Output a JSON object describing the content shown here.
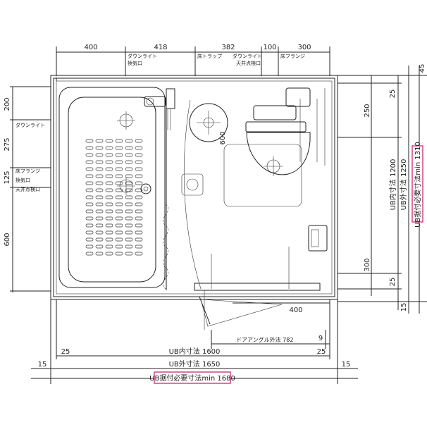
{
  "top_dims": [
    "400",
    "418",
    "382",
    "100",
    "300"
  ],
  "right_dims": [
    "45",
    "25",
    "250",
    "300",
    "25",
    "15"
  ],
  "right_totals": [
    "UB内寸法 1200",
    "UB外寸法 1250",
    "UB据付必要寸法min 1310"
  ],
  "left_dims": [
    "200",
    "275",
    "125",
    "600"
  ],
  "bottom_dims": {
    "door_outer_label": "ドアアングル外法 782",
    "door_gap": "9",
    "door_swing": "400",
    "side_25_left": "25",
    "side_25_right": "25",
    "inner": "UB内寸法 1600",
    "outer": "UB外寸法 1650",
    "margin_left": "15",
    "margin_right": "15",
    "install": "UB据付必要寸法min 1680"
  },
  "labels": {
    "top_downlight_vent": [
      "ダウンライト",
      "換気口"
    ],
    "top_floor_trap": "床トラップ",
    "top_downlight_ceiling": [
      "ダウンライト",
      "天井点検口"
    ],
    "top_floor_flange": "床フランジ",
    "left_downlight": "ダウンライト",
    "left_flange_group": [
      "床フランジ",
      "換気口",
      "天井点検口"
    ],
    "toilet_depth": "600"
  },
  "colors": {
    "line": "#222222",
    "highlight": "#d2367a"
  }
}
